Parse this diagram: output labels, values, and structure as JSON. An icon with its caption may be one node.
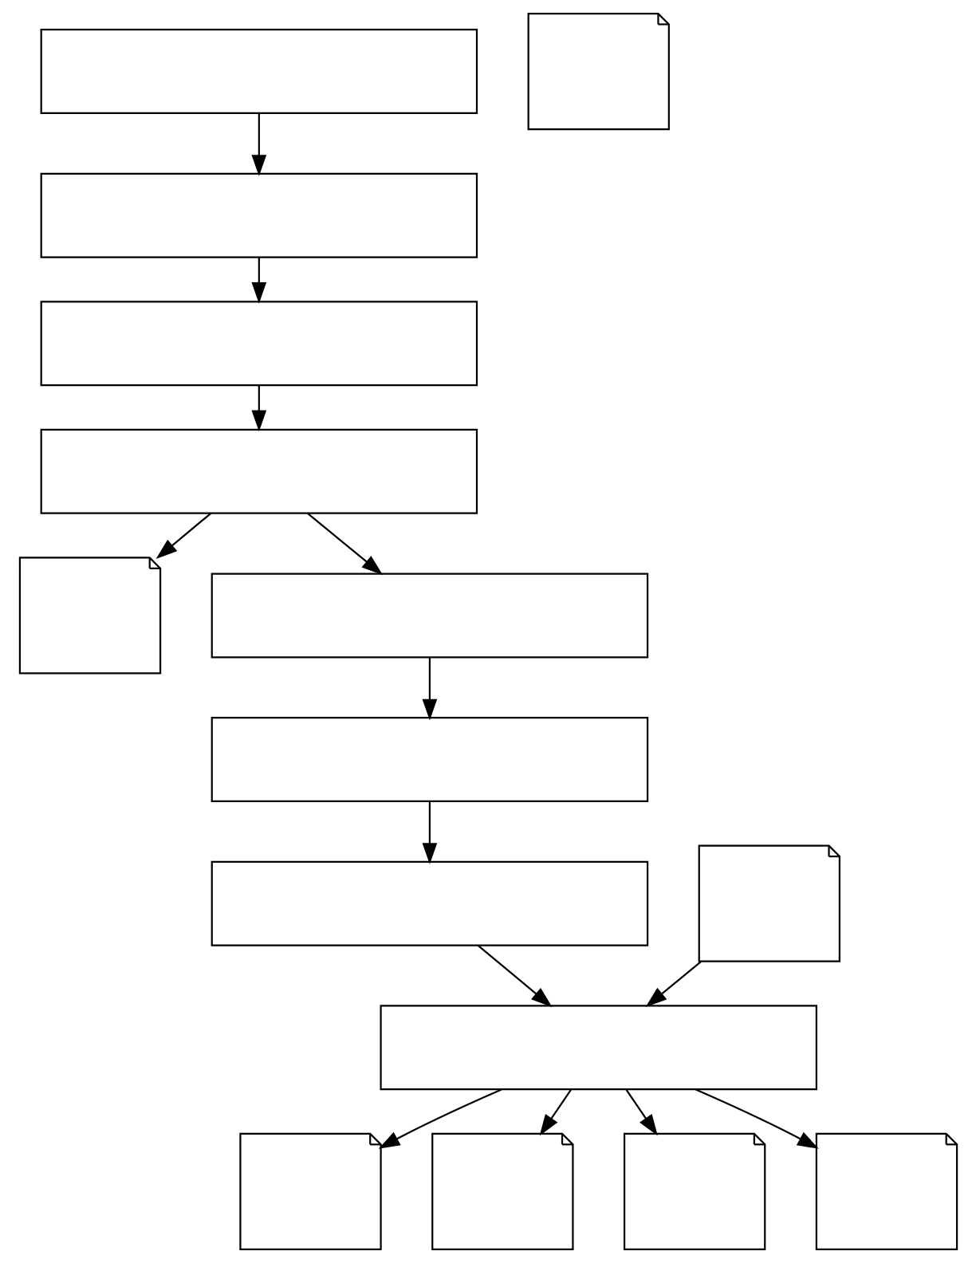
{
  "diagram": {
    "nodes": [
      {
        "text": [],
        "shape": "box"
      },
      {
        "text": [],
        "shape": "box"
      },
      {
        "text": [],
        "shape": "box"
      },
      {
        "text": [],
        "shape": "box"
      },
      {
        "text": [],
        "shape": "note"
      },
      {
        "text": [],
        "shape": "note"
      },
      {
        "text": [],
        "shape": "box"
      },
      {
        "text": [],
        "shape": "box"
      },
      {
        "text": [],
        "shape": "box"
      },
      {
        "text": [],
        "shape": "box"
      },
      {
        "text": [],
        "shape": "note"
      },
      {
        "text": [],
        "shape": "note"
      },
      {
        "text": [],
        "shape": "note"
      },
      {
        "text": [],
        "shape": "note"
      },
      {
        "text": [],
        "shape": "note"
      }
    ],
    "edges": [
      {
        "from": 0,
        "to": 1,
        "arrow": "to"
      },
      {
        "from": 1,
        "to": 2,
        "arrow": "to"
      },
      {
        "from": 2,
        "to": 3,
        "arrow": "to"
      },
      {
        "from": 3,
        "to": 5,
        "arrow": "to"
      },
      {
        "from": 3,
        "to": 6,
        "arrow": "to"
      },
      {
        "from": 6,
        "to": 7,
        "arrow": "to"
      },
      {
        "from": 7,
        "to": 8,
        "arrow": "to"
      },
      {
        "from": 8,
        "to": 9,
        "arrow": "to"
      },
      {
        "from": 10,
        "to": 9,
        "arrow": "to"
      },
      {
        "from": 9,
        "to": 11,
        "arrow": "to"
      },
      {
        "from": 9,
        "to": 12,
        "arrow": "to"
      },
      {
        "from": 9,
        "to": 13,
        "arrow": "to"
      },
      {
        "from": 9,
        "to": 14,
        "arrow": "to"
      }
    ]
  }
}
